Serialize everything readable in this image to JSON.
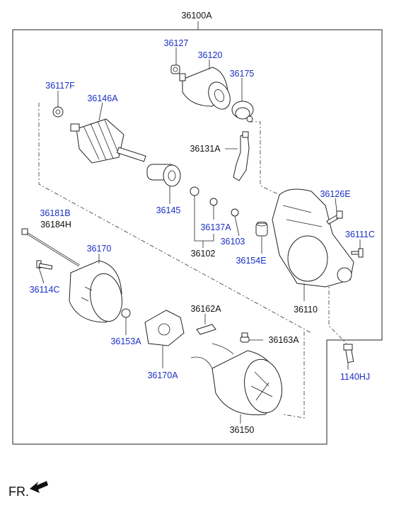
{
  "title_part": "36100A",
  "labels": {
    "p36127": "36127",
    "p36120": "36120",
    "p36175": "36175",
    "p36117F": "36117F",
    "p36146A": "36146A",
    "p36131A": "36131A",
    "p36126E": "36126E",
    "p36145": "36145",
    "p36181B": "36181B",
    "p36184H": "36184H",
    "p36137A": "36137A",
    "p36111C": "36111C",
    "p36170": "36170",
    "p36103": "36103",
    "p36102": "36102",
    "p36154E": "36154E",
    "p36114C": "36114C",
    "p36110": "36110",
    "p36162A": "36162A",
    "p36153A": "36153A",
    "p36163A": "36163A",
    "p36170A": "36170A",
    "p1140HJ": "1140HJ",
    "p36150": "36150"
  },
  "front_marker": "FR.",
  "colors": {
    "label_blue": "#1a2fc4",
    "label_black": "#111111",
    "line": "#222222"
  }
}
